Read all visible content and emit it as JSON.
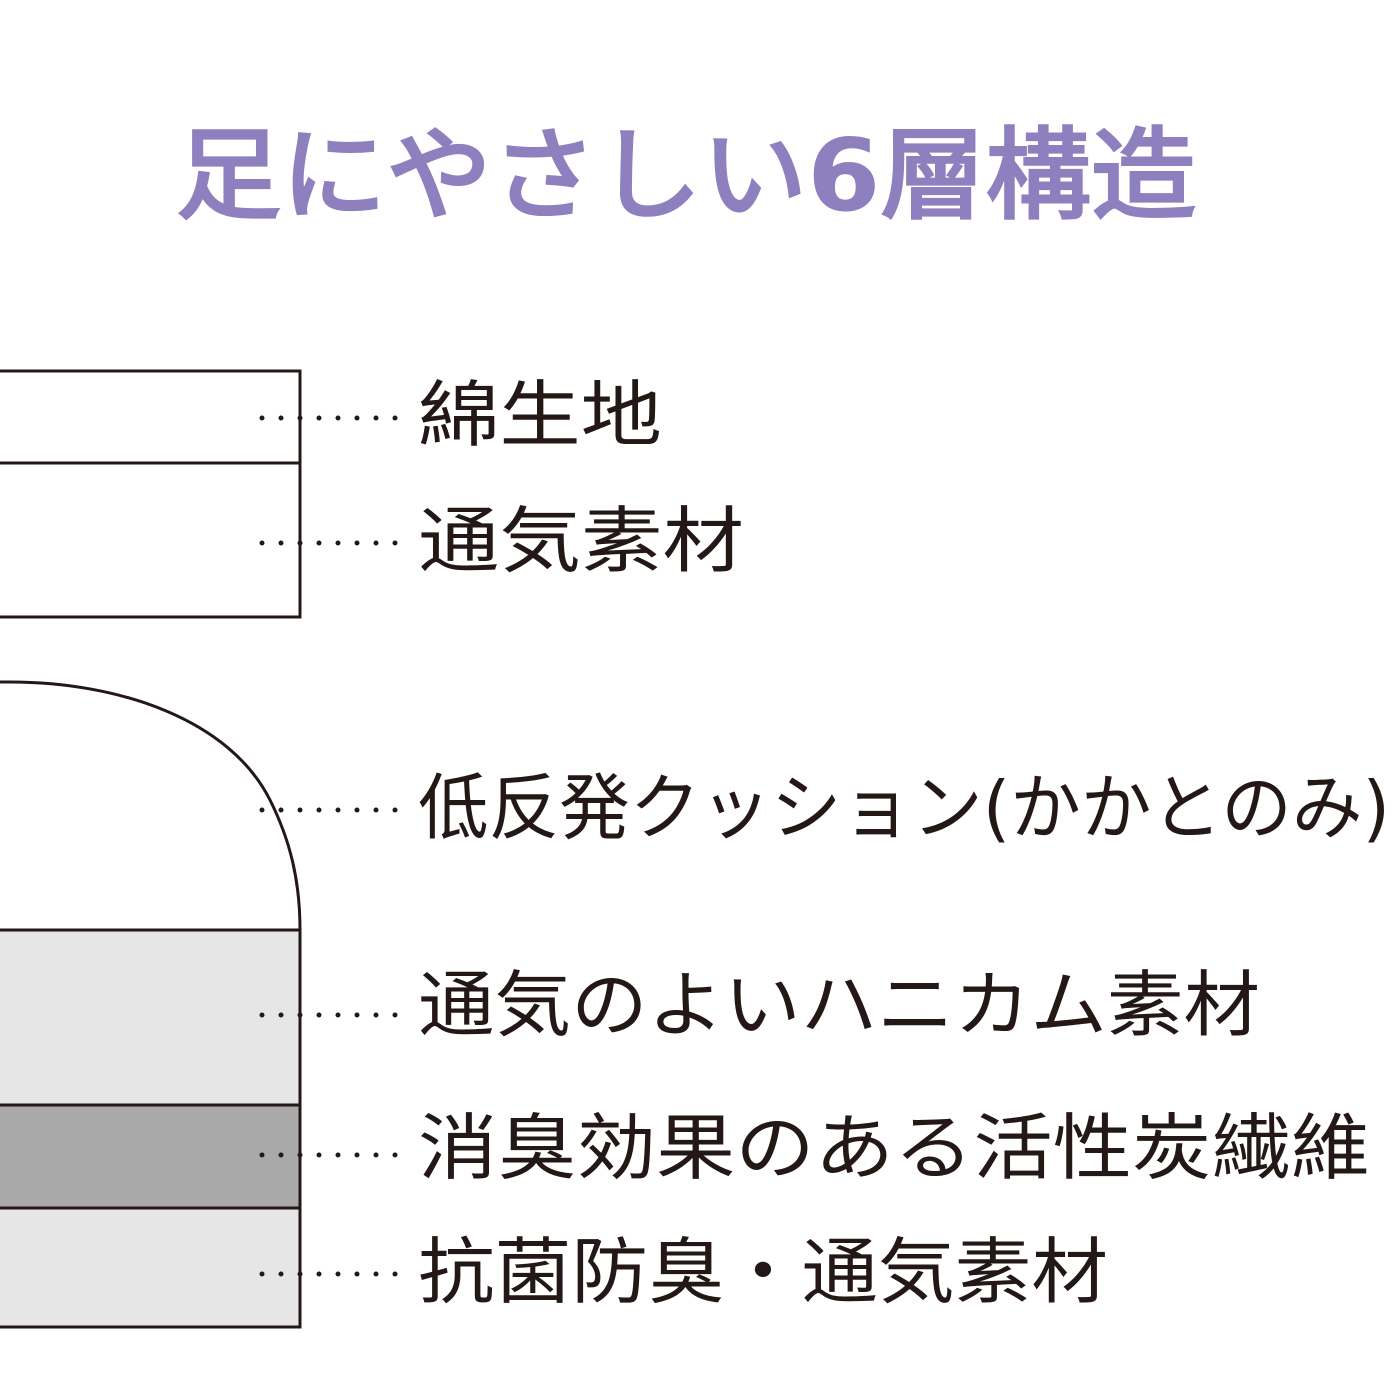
{
  "title": "足にやさしい6層構造",
  "colors": {
    "title": "#8e7fbf",
    "outline": "#231815",
    "text": "#231815",
    "layer_white": "#ffffff",
    "layer_light_gray": "#e6e6e6",
    "layer_dark_gray": "#a9a9a9"
  },
  "layers": [
    {
      "label": "綿生地",
      "fill": "white"
    },
    {
      "label": "通気素材",
      "fill": "white"
    },
    {
      "label": "低反発クッション(かかとのみ)",
      "fill": "white"
    },
    {
      "label": "通気のよいハニカム素材",
      "fill": "light-gray"
    },
    {
      "label": "消臭効果のある活性炭繊維",
      "fill": "dark-gray"
    },
    {
      "label": "抗菌防臭・通気素材",
      "fill": "light-gray"
    }
  ]
}
